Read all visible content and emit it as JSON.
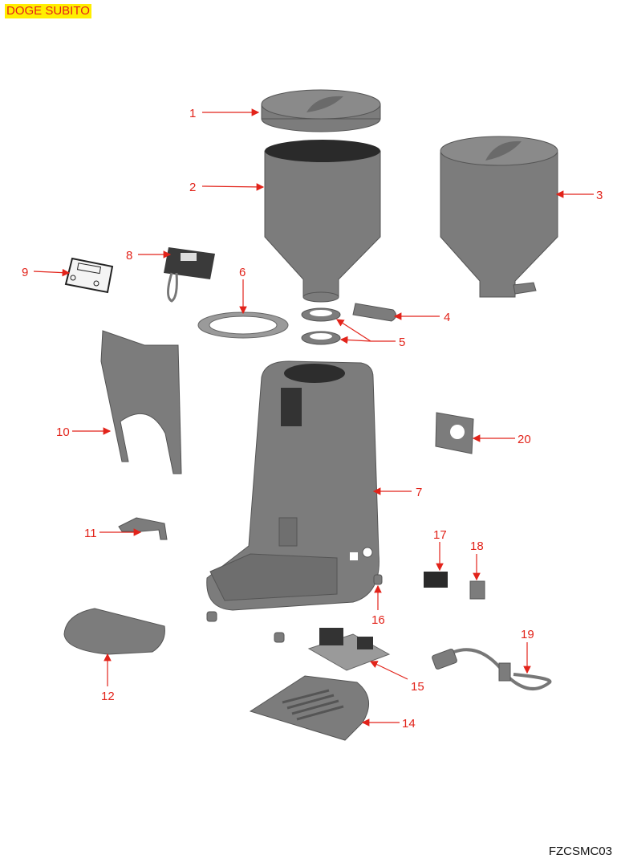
{
  "header": {
    "title": "DOGE SUBITO"
  },
  "footer": {
    "code": "FZCSMC03"
  },
  "callouts": [
    "1",
    "2",
    "3",
    "4",
    "5",
    "6",
    "7",
    "8",
    "9",
    "10",
    "11",
    "12",
    "14",
    "15",
    "16",
    "17",
    "18",
    "19",
    "20"
  ],
  "colors": {
    "label": "#e2231a",
    "title_bg": "#ffee00",
    "part": "#7c7c7c"
  }
}
